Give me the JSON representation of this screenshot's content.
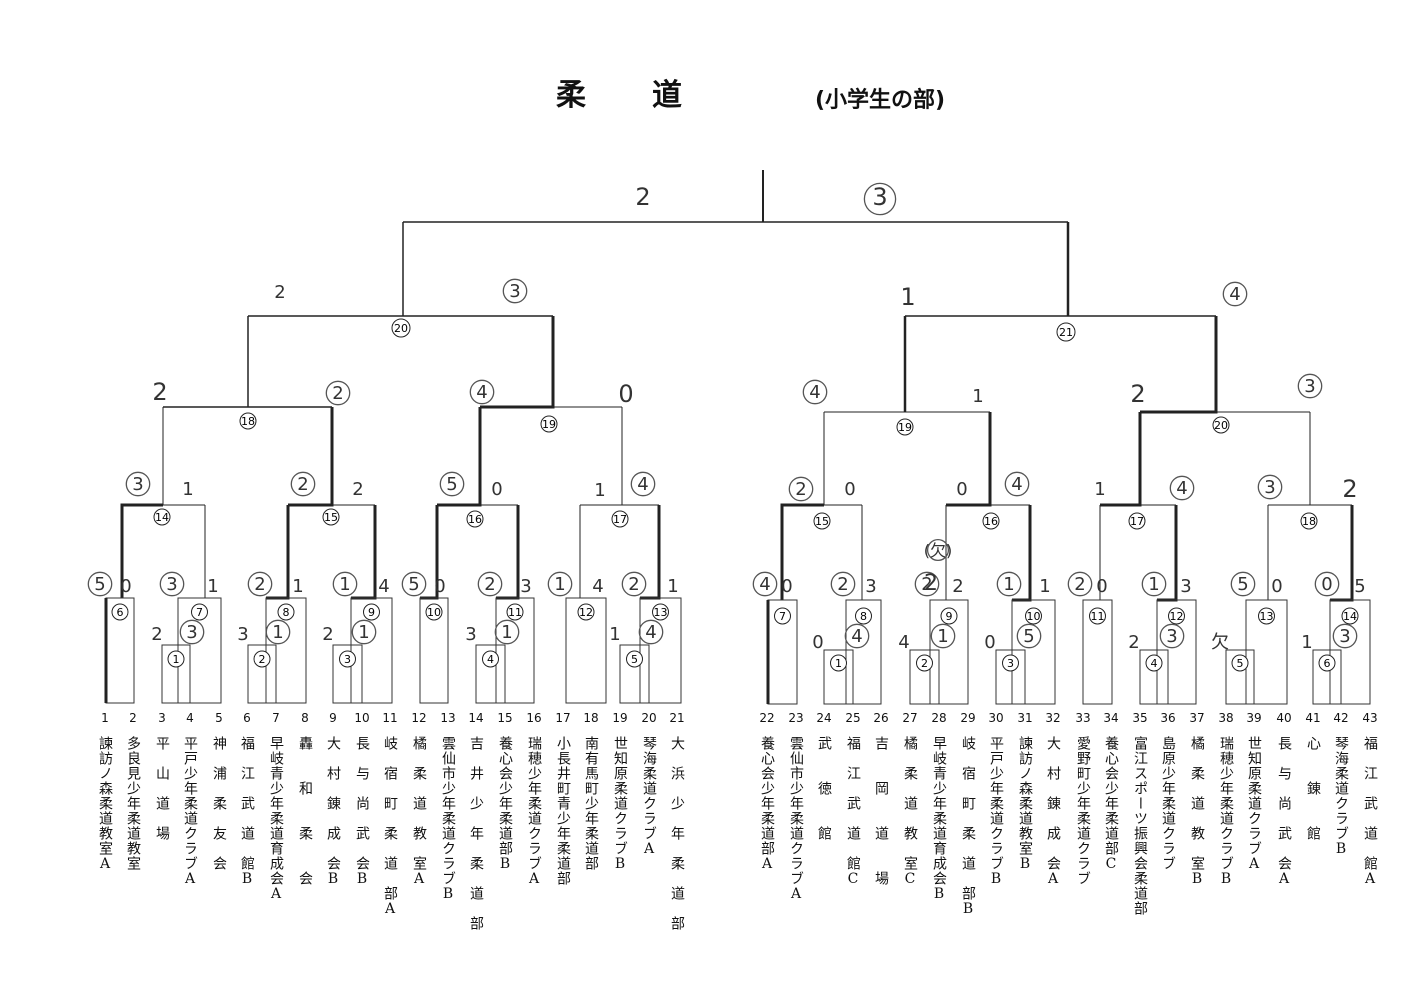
{
  "title": "柔　　道",
  "subtitle": "(小学生の部)",
  "left_teams": [
    {
      "no": "1",
      "name": "諫訪ノ森柔道教室A"
    },
    {
      "no": "2",
      "name": "多良見少年柔道教室"
    },
    {
      "no": "3",
      "name": "平　山　道　場"
    },
    {
      "no": "4",
      "name": "平戸少年柔道クラブA"
    },
    {
      "no": "5",
      "name": "神　浦　柔　友　会"
    },
    {
      "no": "6",
      "name": "福　江　武　道　館B"
    },
    {
      "no": "7",
      "name": "早岐青少年柔道育成会A"
    },
    {
      "no": "8",
      "name": "轟　　和　　柔　　会"
    },
    {
      "no": "9",
      "name": "大　村　錬　成　会B"
    },
    {
      "no": "10",
      "name": "長　与　尚　武　会B"
    },
    {
      "no": "11",
      "name": "岐　宿　町　柔　道　部A"
    },
    {
      "no": "12",
      "name": "橘　柔　道　教　室A"
    },
    {
      "no": "13",
      "name": "雲仙市少年柔道クラブB"
    },
    {
      "no": "14",
      "name": "吉　井　少　年　柔　道　部"
    },
    {
      "no": "15",
      "name": "養心会少年柔道部B"
    },
    {
      "no": "16",
      "name": "瑞穂少年柔道クラブA"
    },
    {
      "no": "17",
      "name": "小長井町青少年柔道部"
    },
    {
      "no": "18",
      "name": "南有馬町少年柔道部"
    },
    {
      "no": "19",
      "name": "世知原柔道クラブB"
    },
    {
      "no": "20",
      "name": "琴海柔道クラブA"
    },
    {
      "no": "21",
      "name": "大　浜　少　年　柔　道　部"
    }
  ],
  "right_teams": [
    {
      "no": "22",
      "name": "養心会少年柔道部A"
    },
    {
      "no": "23",
      "name": "雲仙市少年柔道クラブA"
    },
    {
      "no": "24",
      "name": "武　　徳　　館"
    },
    {
      "no": "25",
      "name": "福　江　武　道　館C"
    },
    {
      "no": "26",
      "name": "吉　　岡　　道　　場"
    },
    {
      "no": "27",
      "name": "橘　柔　道　教　室C"
    },
    {
      "no": "28",
      "name": "早岐青少年柔道育成会B"
    },
    {
      "no": "29",
      "name": "岐　宿　町　柔　道　部B"
    },
    {
      "no": "30",
      "name": "平戸少年柔道クラブB"
    },
    {
      "no": "31",
      "name": "諫訪ノ森柔道教室B"
    },
    {
      "no": "32",
      "name": "大　村　錬　成　会A"
    },
    {
      "no": "33",
      "name": "愛野町少年柔道クラブ"
    },
    {
      "no": "34",
      "name": "養心会少年柔道部C"
    },
    {
      "no": "35",
      "name": "富江スポーツ振興会柔道部"
    },
    {
      "no": "36",
      "name": "島原少年柔道クラブ"
    },
    {
      "no": "37",
      "name": "橘　柔　道　教　室B"
    },
    {
      "no": "38",
      "name": "瑞穂少年柔道クラブB"
    },
    {
      "no": "39",
      "name": "世知原柔道クラブA"
    },
    {
      "no": "40",
      "name": "長　与　尚　武　会A"
    },
    {
      "no": "41",
      "name": "心　　錬　　館"
    },
    {
      "no": "42",
      "name": "琴海柔道クラブB"
    },
    {
      "no": "43",
      "name": "福　江　武　道　館A"
    }
  ],
  "match_labels": {
    "L1": "①",
    "L2": "②",
    "L3": "③",
    "L4": "④",
    "L5": "⑤",
    "L6": "⑥",
    "L7": "⑦",
    "L8": "⑧",
    "L9": "⑨",
    "L10": "⑩",
    "L11": "⑪",
    "L12": "⑫",
    "L13": "⑬",
    "L14": "⑭",
    "L15": "⑮",
    "L16": "⑯",
    "L17": "⑰",
    "L18": "⑱",
    "L19": "⑲",
    "L20": "⑳",
    "R1": "①",
    "R2": "②",
    "R3": "③",
    "R4": "④",
    "R5": "⑤",
    "R6": "⑥",
    "R7": "⑦",
    "R8": "⑧",
    "R9": "⑨",
    "R10": "⑩",
    "R11": "⑪",
    "R12": "⑫",
    "R13": "⑬",
    "R14": "⑭",
    "R15": "⑮",
    "R16": "⑯",
    "R17": "⑰",
    "R18": "⑱",
    "R19": "⑲",
    "R20": "⑳",
    "F": "㉑"
  },
  "scores": {
    "final_left": "2",
    "final_right": "3",
    "m20_left": "2",
    "m20_right": "3",
    "m18_left": "2",
    "m18_right": "2",
    "m19_left": "4",
    "m19_right": "0",
    "r21_left": "1",
    "r21_right": "4",
    "r19_left": "4",
    "r19_right": "1",
    "r20_left": "2",
    "r20_right": "3",
    "m14_left": "3",
    "m14_right": "1",
    "m15_left": "2",
    "m15_right": "2",
    "m16_left": "5",
    "m16_right": "0",
    "m17_left": "1",
    "m17_right": "4",
    "r15_left": "2",
    "r15_right": "0",
    "r16_left": "0",
    "r16_right": "4",
    "r17_left": "1",
    "r17_right": "4",
    "r18_left": "3",
    "r18_right": "2",
    "l6a": "5",
    "l6b": "0",
    "l7a": "3",
    "l7b": "1",
    "l8a": "2",
    "l8b": "1",
    "l9a": "1",
    "l9b": "4",
    "l10a": "5",
    "l10b": "0",
    "l11a": "2",
    "l11b": "3",
    "l12a": "1",
    "l12b": "4",
    "l13a": "2",
    "l13b": "1",
    "l1a": "2",
    "l1b": "3",
    "l2a": "3",
    "l2b": "1",
    "l3a": "2",
    "l3b": "1",
    "l4a": "3",
    "l4b": "1",
    "l5a": "1",
    "l5b": "4",
    "r7a": "4",
    "r7b": "0",
    "r8a": "2",
    "r8b": "3",
    "r9a": "2",
    "r9b": "2",
    "r10a": "1",
    "r10b": "1",
    "r11a": "2",
    "r11b": "0",
    "r12a": "1",
    "r12b": "3",
    "r13a": "5",
    "r13b": "0",
    "r14a": "0",
    "r14b": "5",
    "r1a": "0",
    "r1b": "4",
    "r2a": "4",
    "r2b": "1",
    "r3a": "0",
    "r3b": "5",
    "r4a": "2",
    "r4b": "3",
    "r5a": "欠",
    "r6a": "1",
    "r6b": "3",
    "note_r9": "(欠)"
  }
}
